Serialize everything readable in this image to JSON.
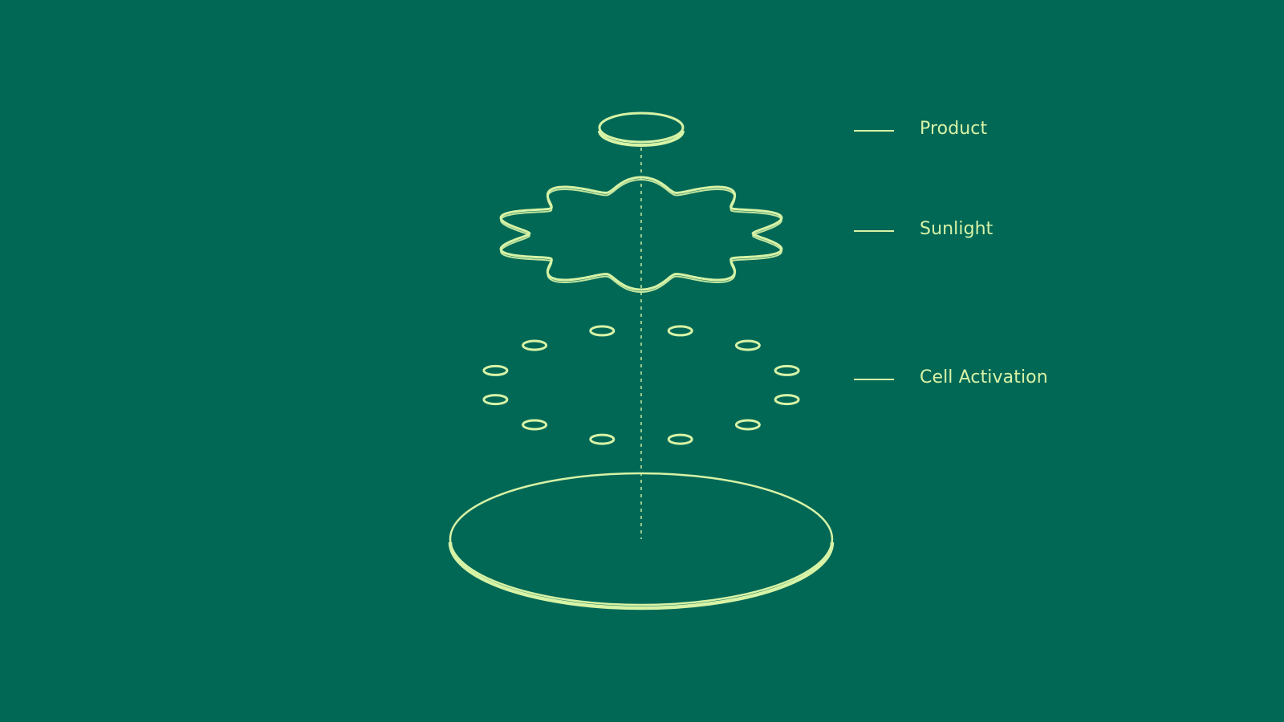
{
  "colors": {
    "background": "#016856",
    "line": "#d7f3a6"
  },
  "layers": [
    {
      "id": "product",
      "label": "Product",
      "shape": "small-ellipse"
    },
    {
      "id": "sunlight",
      "label": "Sunlight",
      "shape": "wavy-star"
    },
    {
      "id": "cell-activation",
      "label": "Cell Activation",
      "shape": "ring-of-small-ellipses"
    },
    {
      "id": "base",
      "label": "",
      "shape": "large-ellipse"
    }
  ]
}
